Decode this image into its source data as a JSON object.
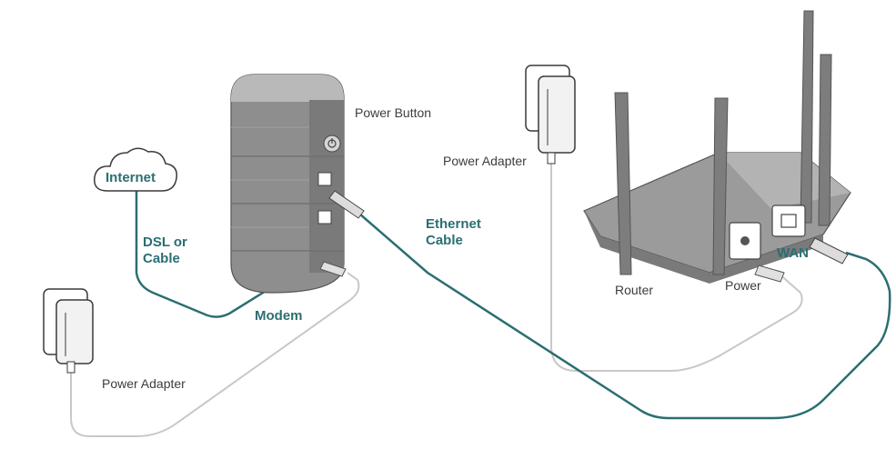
{
  "labels": {
    "internet": "Internet",
    "dsl_line1": "DSL or",
    "dsl_line2": "Cable",
    "modem": "Modem",
    "power_button": "Power Button",
    "power_adapter_left": "Power Adapter",
    "power_adapter_right": "Power Adapter",
    "ethernet_line1": "Ethernet",
    "ethernet_line2": "Cable",
    "router": "Router",
    "power": "Power",
    "wan": "WAN"
  },
  "colors": {
    "teal_cable": "#2b6e72",
    "grey_cable": "#c8c8c8",
    "device_body": "#8e8e8e",
    "device_dark": "#6e6e6e",
    "device_light": "#b9b9b9"
  },
  "icons": [
    "cloud-icon",
    "plug-icon",
    "power-button-icon",
    "ethernet-port-icon"
  ]
}
